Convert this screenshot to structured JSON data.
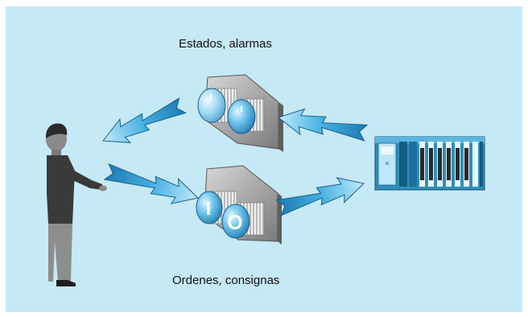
{
  "labels": {
    "top": "Estados, alarmas",
    "bottom": "Ordenes, consignas"
  },
  "signal_button_symbol": "I",
  "command_button_symbols": [
    "I",
    "O"
  ],
  "icons": [
    "operator-figure",
    "signal-pushbuttons",
    "command-pushbuttons",
    "plc-rack",
    "arrow"
  ],
  "colors": {
    "background": "#c6e9f6",
    "arrow_fill": "#3aa8dc",
    "arrow_stroke": "#1d5f8a",
    "plc_body": "#2e8fb8",
    "plate": "#9c9c9c",
    "person_dark": "#333333",
    "person_gray": "#888888"
  }
}
